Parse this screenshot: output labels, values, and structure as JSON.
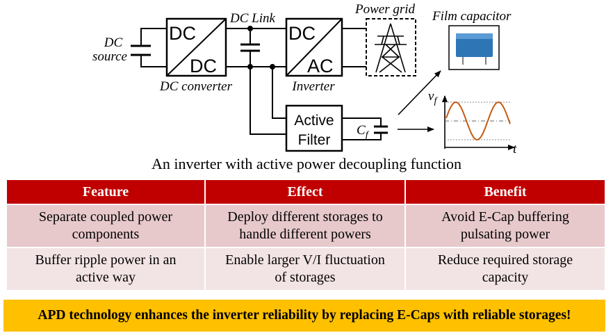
{
  "diagram": {
    "labels": {
      "dc_source_line1": "DC",
      "dc_source_line2": "source",
      "dc_link": "DC Link",
      "power_grid": "Power grid",
      "film_capacitor": "Film capacitor",
      "dc_converter": "DC converter",
      "inverter": "Inverter",
      "dcdc_top": "DC",
      "dcdc_bottom": "DC",
      "dcac_top": "DC",
      "dcac_bottom": "AC",
      "active_filter_line1": "Active",
      "active_filter_line2": "Filter",
      "cf_main": "C",
      "cf_sub": "f",
      "vf_main": "v",
      "vf_sub": "f",
      "t_axis": "t"
    },
    "colors": {
      "line": "#000000",
      "waveform": "#c55a11",
      "capacitor_body": "#2e75b6"
    }
  },
  "caption": "An inverter with active power decoupling function",
  "table": {
    "headers": [
      "Feature",
      "Effect",
      "Benefit"
    ],
    "rows": [
      {
        "feature": [
          "Separate coupled power",
          "components"
        ],
        "effect": [
          "Deploy different storages to",
          "handle different powers"
        ],
        "benefit": [
          "Avoid E-Cap buffering",
          "pulsating power"
        ]
      },
      {
        "feature": [
          "Buffer ripple power in an",
          "active way"
        ],
        "effect": [
          "Enable larger V/I fluctuation",
          "of storages"
        ],
        "benefit": [
          "Reduce required storage",
          "capacity"
        ]
      }
    ],
    "colors": {
      "header_bg": "#c00000",
      "row_a": "#e7c9cc",
      "row_b": "#f2e3e4"
    }
  },
  "banner": {
    "text": "APD technology enhances the inverter reliability by replacing E-Caps with reliable storages!",
    "color": "#ffc000"
  }
}
